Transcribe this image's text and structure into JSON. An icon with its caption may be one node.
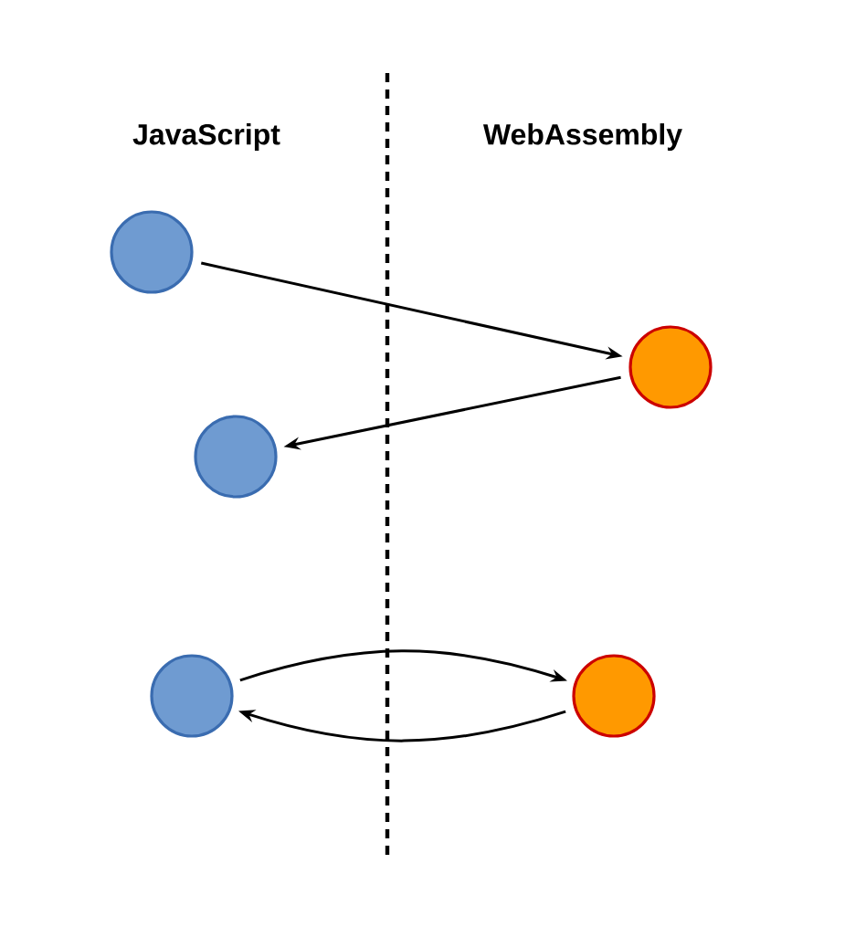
{
  "diagram": {
    "nodes": [
      {
        "text": [],
        "shape": "circle"
      },
      {
        "text": [],
        "shape": "circle"
      },
      {
        "text": [],
        "shape": "circle"
      },
      {
        "text": [],
        "shape": "circle"
      },
      {
        "text": [],
        "shape": "circle"
      }
    ],
    "edges": [
      {
        "from": 0,
        "to": 1,
        "arrow": "to"
      },
      {
        "from": 1,
        "to": 2,
        "arrow": "to"
      },
      {
        "from": 3,
        "to": 4,
        "arrow": "to"
      },
      {
        "from": 4,
        "to": 3,
        "arrow": "to"
      }
    ],
    "labels": [
      "JavaScript",
      "WebAssembly"
    ]
  }
}
